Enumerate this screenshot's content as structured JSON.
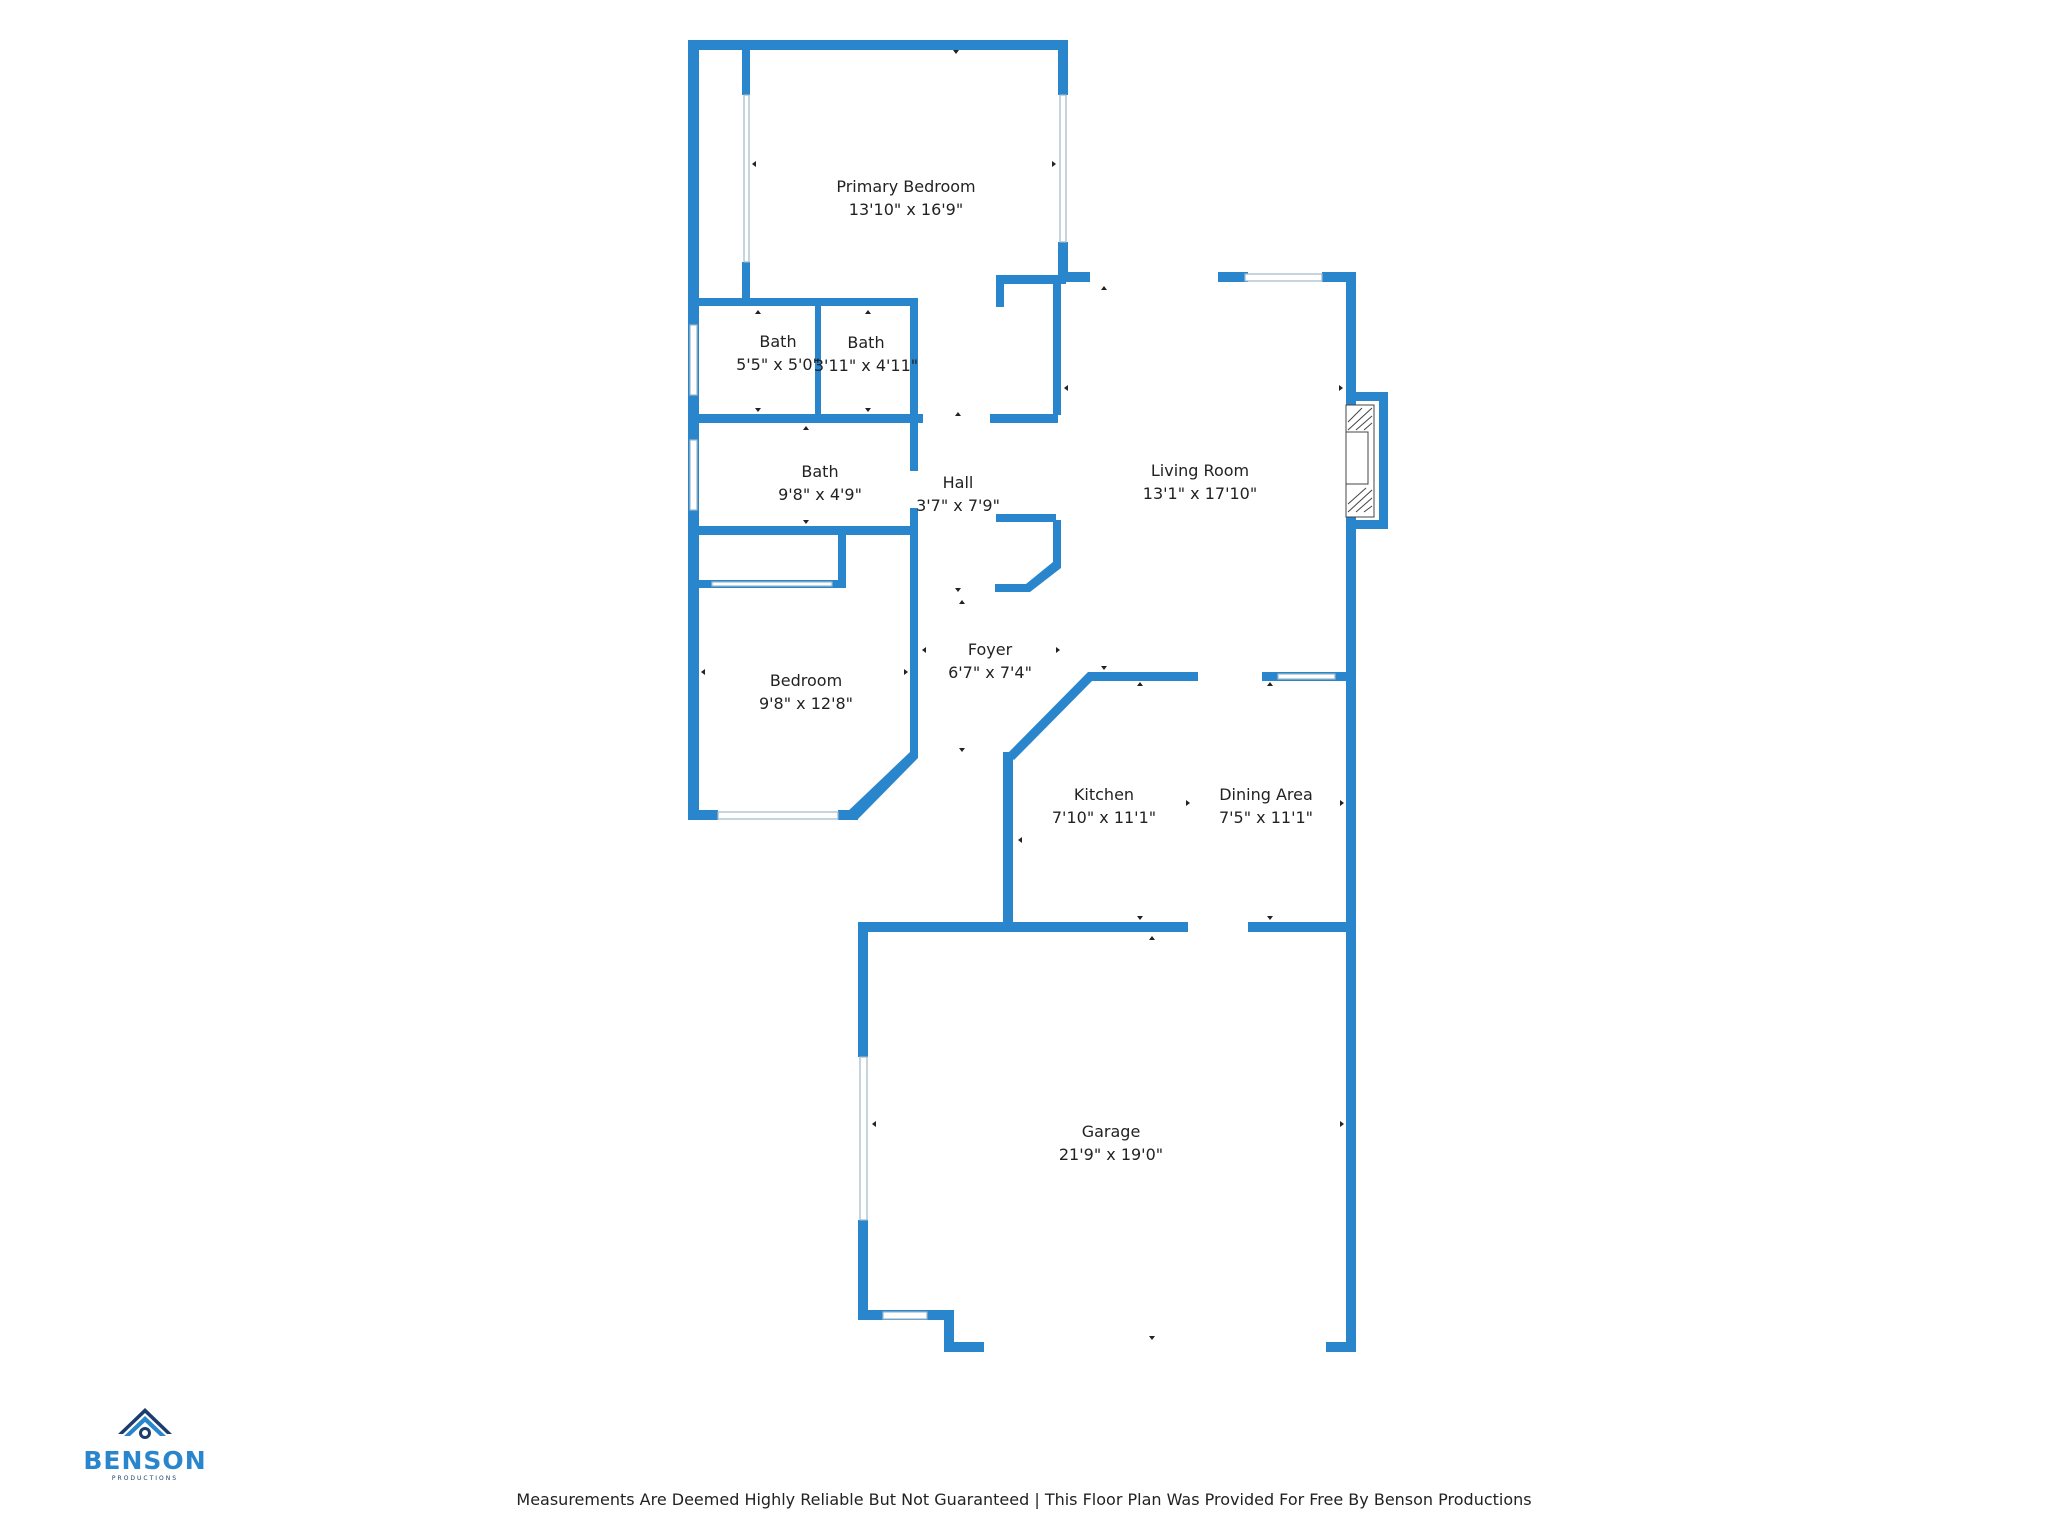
{
  "rooms": {
    "primary_bedroom": {
      "name": "Primary Bedroom",
      "dims": "13'10\" x 16'9\""
    },
    "bath_1": {
      "name": "Bath",
      "dims": "5'5\" x 5'0\""
    },
    "bath_2": {
      "name": "Bath",
      "dims": "3'11\" x 4'11\""
    },
    "bath_3": {
      "name": "Bath",
      "dims": "9'8\" x 4'9\""
    },
    "hall": {
      "name": "Hall",
      "dims": "3'7\" x 7'9\""
    },
    "living_room": {
      "name": "Living Room",
      "dims": "13'1\" x 17'10\""
    },
    "bedroom": {
      "name": "Bedroom",
      "dims": "9'8\" x 12'8\""
    },
    "foyer": {
      "name": "Foyer",
      "dims": "6'7\" x 7'4\""
    },
    "kitchen": {
      "name": "Kitchen",
      "dims": "7'10\" x 11'1\""
    },
    "dining_area": {
      "name": "Dining Area",
      "dims": "7'5\" x 11'1\""
    },
    "garage": {
      "name": "Garage",
      "dims": "21'9\" x 19'0\""
    }
  },
  "logo": {
    "name": "BENSON",
    "tagline": "PRODUCTIONS"
  },
  "footer": {
    "disclaimer": "Measurements Are Deemed Highly Reliable But Not Guaranteed | This Floor Plan Was Provided For Free By Benson Productions"
  },
  "colors": {
    "wall": "#2a86cc",
    "logo_blue": "#2a86cc",
    "logo_dark": "#1b3d6b",
    "text": "#222222"
  }
}
